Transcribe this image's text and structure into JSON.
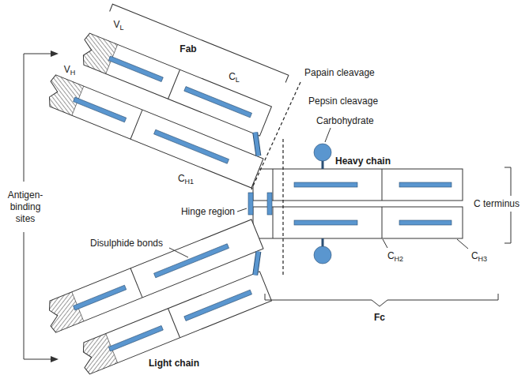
{
  "diagram": {
    "labels": [
      "Fab",
      "VL",
      "VH",
      "CL",
      "CH1",
      "Papain cleavage",
      "Pepsin cleavage",
      "Carbohydrate",
      "Heavy chain",
      "Hinge region",
      "Antigen- binding sites",
      "Disulphide bonds",
      "CH2",
      "CH3",
      "C terminus",
      "Light chain",
      "Fc"
    ]
  }
}
